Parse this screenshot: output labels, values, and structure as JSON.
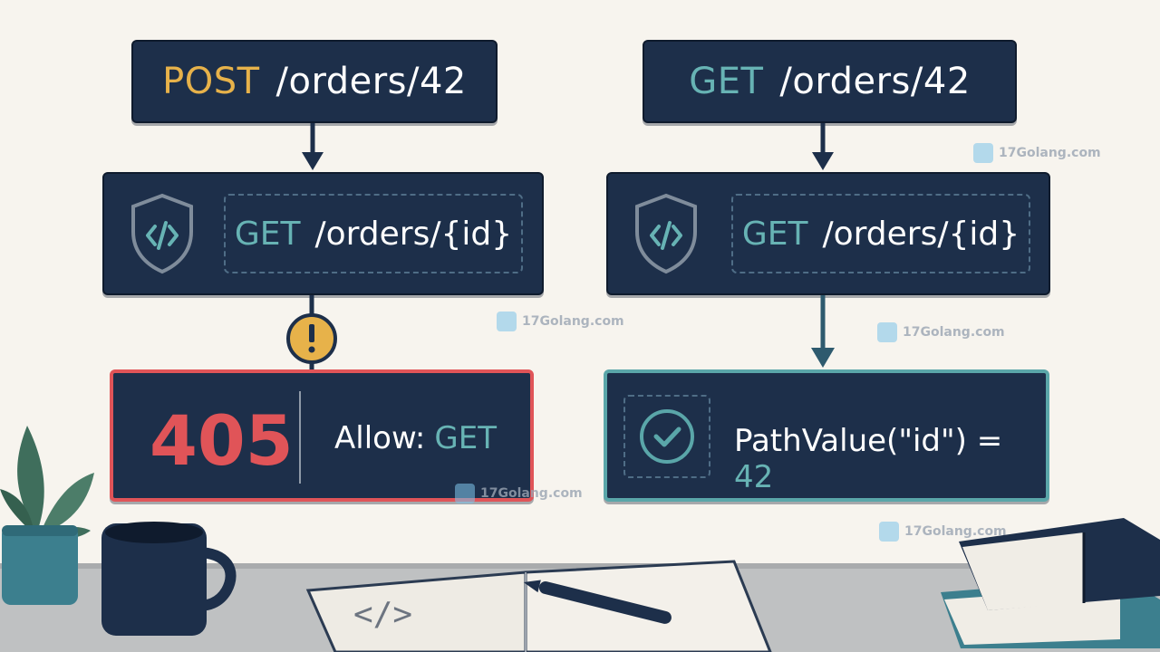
{
  "left_flow": {
    "request": {
      "method": "POST",
      "path": "/orders/42"
    },
    "route": {
      "method": "GET",
      "pattern": "/orders/{id}"
    },
    "result": {
      "status": "405",
      "header_name": "Allow:",
      "header_value": "GET"
    }
  },
  "right_flow": {
    "request": {
      "method": "GET",
      "path": "/orders/42"
    },
    "route": {
      "method": "GET",
      "pattern": "/orders/{id}"
    },
    "result": {
      "expression": "PathValue(\"id\") =",
      "value": "42"
    }
  },
  "watermarks": [
    "17Golang.com",
    "17Golang.com",
    "17Golang.com",
    "17Golang.com",
    "17Golang.com"
  ],
  "notebook_code": "</>",
  "icons": [
    "code-shield-icon",
    "warning-icon",
    "check-circle-icon"
  ],
  "colors": {
    "panel": "#1d2f4a",
    "error": "#e05458",
    "success": "#5aa6a9",
    "post": "#e7b24a",
    "get": "#67b3b4"
  }
}
